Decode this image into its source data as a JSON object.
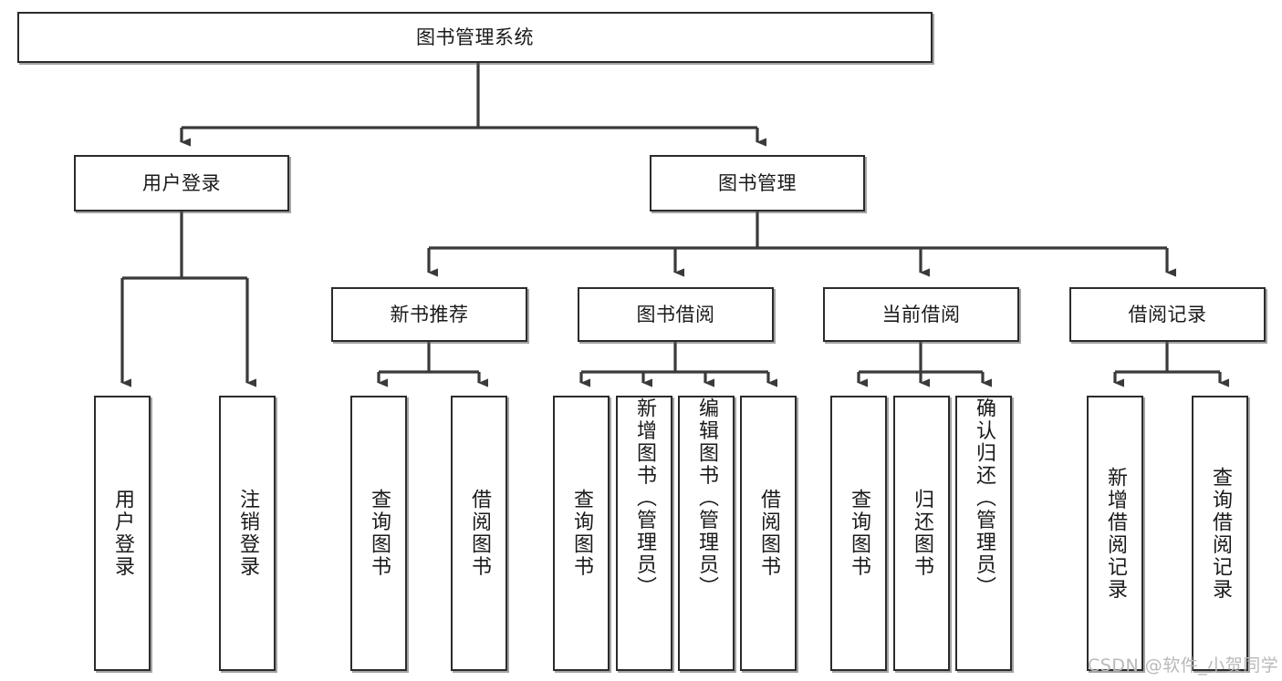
{
  "diagram": {
    "title": "图书管理系统",
    "type": "tree-hierarchy",
    "watermark": "CSDN @软件_小贺同学",
    "colors": {
      "box_border": "#2b2b2b",
      "box_fill": "#ffffff",
      "connector": "#3a3a3a",
      "text": "#1a1a1a",
      "watermark": "#b9b9b9"
    },
    "levels": {
      "root": {
        "label": "图书管理系统"
      },
      "level2": [
        {
          "id": "user-login",
          "label": "用户登录"
        },
        {
          "id": "book-manage",
          "label": "图书管理"
        }
      ],
      "level3": [
        {
          "id": "new-book-recommend",
          "label": "新书推荐"
        },
        {
          "id": "book-borrow",
          "label": "图书借阅"
        },
        {
          "id": "current-borrow",
          "label": "当前借阅"
        },
        {
          "id": "borrow-record",
          "label": "借阅记录"
        }
      ],
      "leaves": [
        {
          "id": "leaf-user-login",
          "label": "用户登录",
          "parent": "user-login",
          "align": "center"
        },
        {
          "id": "leaf-logout",
          "label": "注销登录",
          "parent": "user-login",
          "align": "center"
        },
        {
          "id": "leaf-query-book-1",
          "label": "查询图书",
          "parent": "new-book-recommend",
          "align": "center"
        },
        {
          "id": "leaf-borrow-book-1",
          "label": "借阅图书",
          "parent": "new-book-recommend",
          "align": "center"
        },
        {
          "id": "leaf-query-book-2",
          "label": "查询图书",
          "parent": "book-borrow",
          "align": "center"
        },
        {
          "id": "leaf-add-book",
          "label": "新增图书（管理员）",
          "parent": "book-borrow",
          "align": "top"
        },
        {
          "id": "leaf-edit-book",
          "label": "编辑图书（管理员）",
          "parent": "book-borrow",
          "align": "top"
        },
        {
          "id": "leaf-borrow-book-2",
          "label": "借阅图书",
          "parent": "book-borrow",
          "align": "center"
        },
        {
          "id": "leaf-query-book-3",
          "label": "查询图书",
          "parent": "current-borrow",
          "align": "center"
        },
        {
          "id": "leaf-return-book",
          "label": "归还图书",
          "parent": "current-borrow",
          "align": "center"
        },
        {
          "id": "leaf-confirm-return",
          "label": "确认归还（管理员）",
          "parent": "current-borrow",
          "align": "top"
        },
        {
          "id": "leaf-add-record",
          "label": "新增借阅记录",
          "parent": "borrow-record",
          "align": "center"
        },
        {
          "id": "leaf-query-record",
          "label": "查询借阅记录",
          "parent": "borrow-record",
          "align": "center"
        }
      ]
    }
  }
}
